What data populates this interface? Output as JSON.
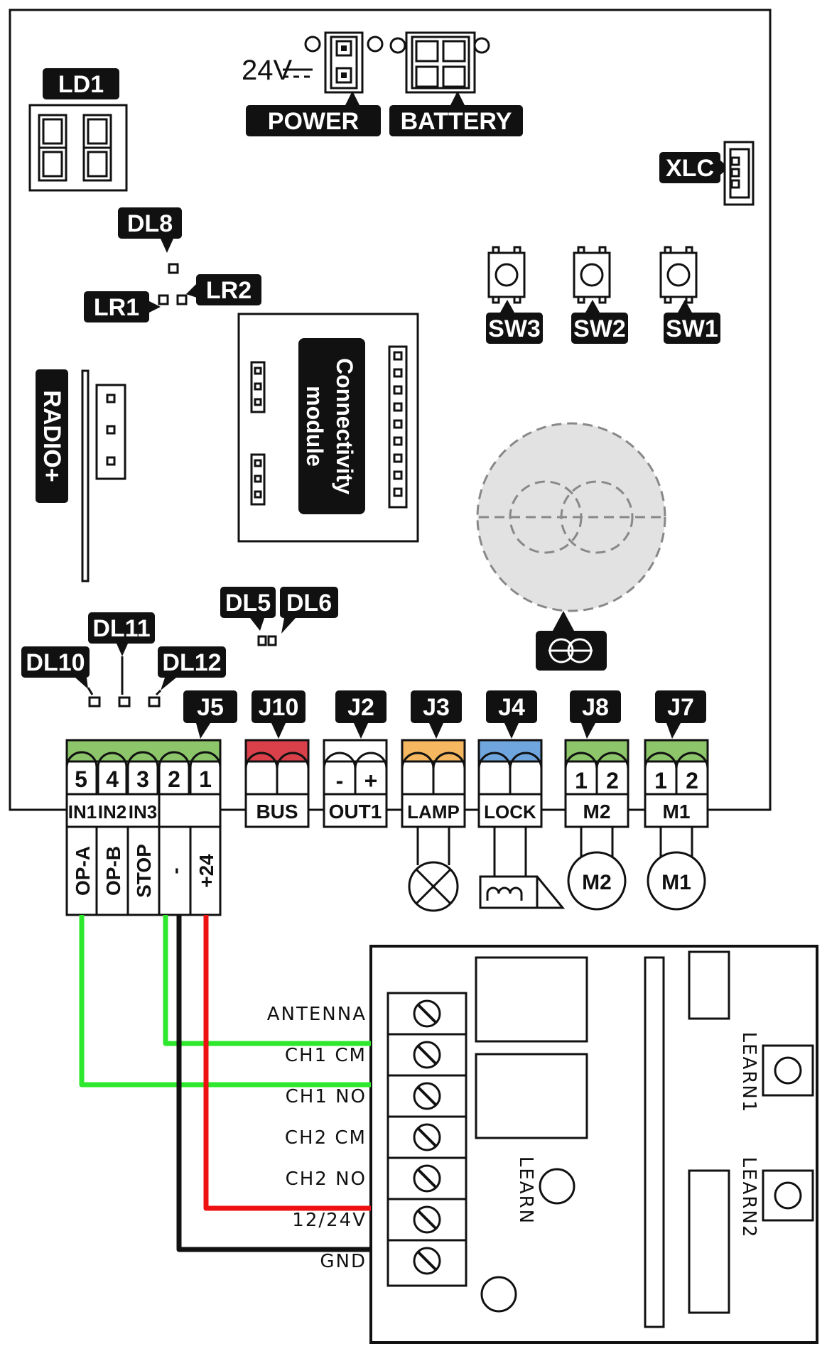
{
  "labels": {
    "ld1": "LD1",
    "dl8": "DL8",
    "lr1": "LR1",
    "lr2": "LR2",
    "power": "POWER",
    "battery": "BATTERY",
    "v24": "24V",
    "xlc": "XLC",
    "sw1": "SW1",
    "sw2": "SW2",
    "sw3": "SW3",
    "radio": "RADIO+",
    "connectivity_line1": "Connectivity",
    "connectivity_line2": "module",
    "dl5": "DL5",
    "dl6": "DL6",
    "dl10": "DL10",
    "dl11": "DL11",
    "dl12": "DL12"
  },
  "connectors": {
    "j5": {
      "tag": "J5",
      "pins": [
        "5",
        "4",
        "3",
        "2",
        "1"
      ],
      "inputs": [
        "IN1",
        "IN2",
        "IN3"
      ],
      "functions": [
        "OP-A",
        "OP-B",
        "STOP",
        "-",
        "+24"
      ],
      "color": "#8cc56a"
    },
    "j10": {
      "tag": "J10",
      "name": "BUS",
      "color": "#d9404a"
    },
    "j2": {
      "tag": "J2",
      "name": "OUT1",
      "pins": [
        "-",
        "+"
      ],
      "color": "#ffffff"
    },
    "j3": {
      "tag": "J3",
      "name": "LAMP",
      "color": "#f5b860"
    },
    "j4": {
      "tag": "J4",
      "name": "LOCK",
      "color": "#6fa6de"
    },
    "j8": {
      "tag": "J8",
      "name": "M2",
      "pins": [
        "1",
        "2"
      ],
      "motor": "M2",
      "color": "#8cc56a"
    },
    "j7": {
      "tag": "J7",
      "name": "M1",
      "pins": [
        "1",
        "2"
      ],
      "motor": "M1",
      "color": "#8cc56a"
    }
  },
  "receiver": {
    "terminals": [
      "ANTENNA",
      "CH1 CM",
      "CH1 NO",
      "CH2 CM",
      "CH2 NO",
      "12/24V",
      "GND"
    ],
    "learn": "LEARN",
    "learn1": "LEARN1",
    "learn2": "LEARN2"
  },
  "wires": {
    "green": "#2de82d",
    "red": "#ee1111",
    "black": "#111111"
  }
}
